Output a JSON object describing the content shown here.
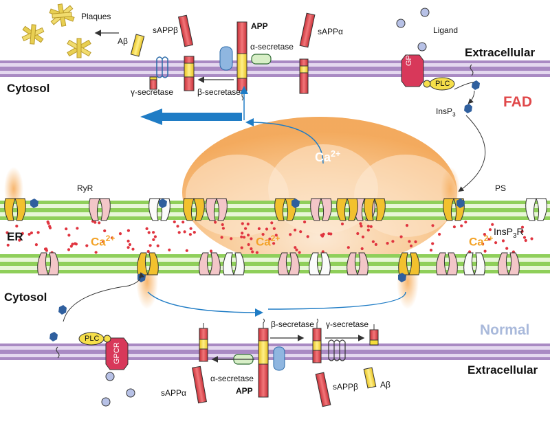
{
  "labels": {
    "plaques": "Plaques",
    "abeta_top": "Aβ",
    "sappb_top": "sAPPβ",
    "app_top": "APP",
    "alpha_sec_top": "α-secretase",
    "sappa_top": "sAPPα",
    "ligand_top": "Ligand",
    "extracellular_top": "Extracellular",
    "cytosol_top": "Cytosol",
    "gamma_sec_top": "γ-secretase",
    "beta_sec_top": "β-secretase",
    "gpcr_top": "GPCR",
    "plc_top": "PLC",
    "insp3_top": "InsP",
    "insp3_top_sub": "3",
    "fad": "FAD",
    "ca_cloud": "Ca",
    "ca_cloud_sup": "2+",
    "ryr": "RyR",
    "ps": "PS",
    "er": "ER",
    "ca_er_left": "Ca",
    "ca_er_left_sup": "2+",
    "ca_er_mid": "Ca",
    "ca_er_mid_sup": "2+",
    "ca_er_right": "Ca",
    "ca_er_right_sup": "2+",
    "insp3r": "InsP",
    "insp3r_sub": "3",
    "insp3r_suffix": "R",
    "cytosol_bottom": "Cytosol",
    "normal": "Normal",
    "plc_bottom": "PLC",
    "gpcr_bottom": "GPCR",
    "beta_sec_bottom": "β-secretase",
    "gamma_sec_bottom": "γ-secretase",
    "sappa_bottom": "sAPPα",
    "alpha_sec_bottom": "α-secretase",
    "app_bottom": "APP",
    "sappb_bottom": "sAPPβ",
    "abeta_bottom": "Aβ",
    "extracellular_bottom": "Extracellular"
  },
  "colors": {
    "membrane_purple": "#a98ac3",
    "membrane_light": "#e4d8ef",
    "er_green": "#8fcf5a",
    "er_light": "#e8f6d8",
    "app_red": "#e0444b",
    "app_yellow": "#f5dc3a",
    "ps_yellow": "#f2c12e",
    "insp3r_pink": "#f3c6c8",
    "gpcr": "#d8385a",
    "plc": "#f6df4a",
    "ligand": "#b7c1e6",
    "insp3": "#2f5f9e",
    "arrow_blue": "#1f7cc5",
    "ca_orange": "#f3a226",
    "ca_dot": "#e0343f",
    "fad_red": "#e0484a",
    "normal_blue": "#a9b9db",
    "plaque": "#e8cf52"
  }
}
